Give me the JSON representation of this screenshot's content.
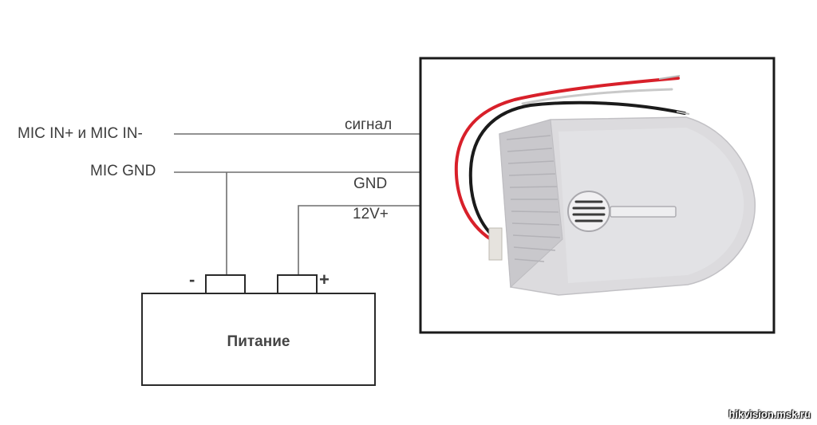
{
  "labels": {
    "mic_in": "MIC IN+ и MIC IN-",
    "mic_gnd": "MIC GND",
    "signal": "сигнал",
    "gnd": "GND",
    "v12": "12V+",
    "minus": "-",
    "plus": "+",
    "power_supply": "Питание"
  },
  "watermark": "hikvision.msk.ru",
  "colors": {
    "wire_line": "#6f6f6f",
    "frame": "#1a1a1a",
    "device_body": "#d9d8da",
    "red_wire": "#d8202a",
    "black_wire": "#1b1b1b"
  },
  "icons": {
    "device_photo": "microphone-device-image"
  }
}
